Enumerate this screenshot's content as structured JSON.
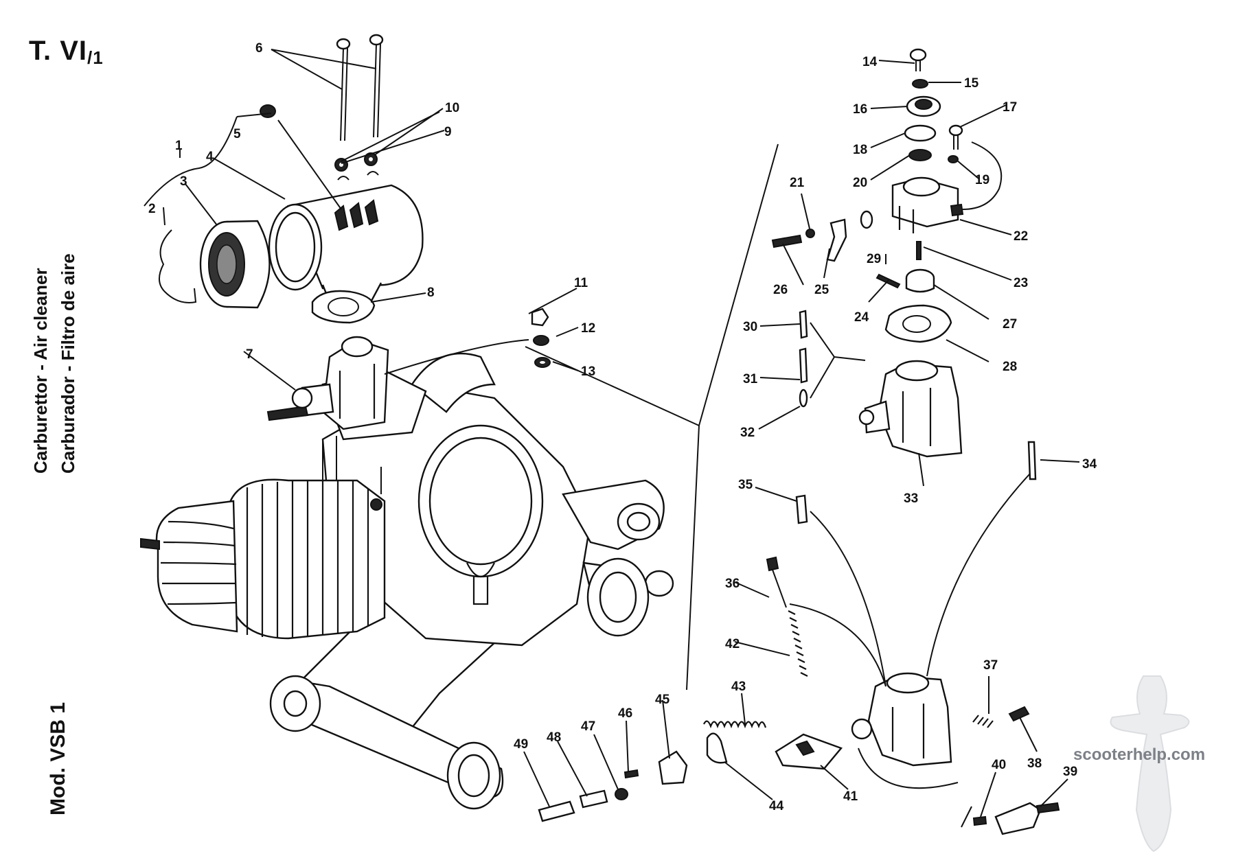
{
  "header": {
    "page_code_main": "T. VI",
    "page_code_sub": "/1"
  },
  "titles": {
    "line1": "Carburettor - Air cleaner",
    "line2": "Carburador - Filtro de aire",
    "model": "Mod. VSB 1"
  },
  "watermark": "scooterhelp.com",
  "callouts": {
    "c1": "1",
    "c2": "2",
    "c3": "3",
    "c4": "4",
    "c5": "5",
    "c6": "6",
    "c7": "7",
    "c8": "8",
    "c9": "9",
    "c10": "10",
    "c11": "11",
    "c12": "12",
    "c13": "13",
    "c14": "14",
    "c15": "15",
    "c16": "16",
    "c17": "17",
    "c18": "18",
    "c19": "19",
    "c20": "20",
    "c21": "21",
    "c22": "22",
    "c23": "23",
    "c24": "24",
    "c25": "25",
    "c26": "26",
    "c27": "27",
    "c28": "28",
    "c29": "29",
    "c30": "30",
    "c31": "31",
    "c32": "32",
    "c33": "33",
    "c34": "34",
    "c35": "35",
    "c36": "36",
    "c37": "37",
    "c38": "38",
    "c39": "39",
    "c40": "40",
    "c41": "41",
    "c42": "42",
    "c43": "43",
    "c44": "44",
    "c45": "45",
    "c46": "46",
    "c47": "47",
    "c48": "48",
    "c49": "49"
  }
}
